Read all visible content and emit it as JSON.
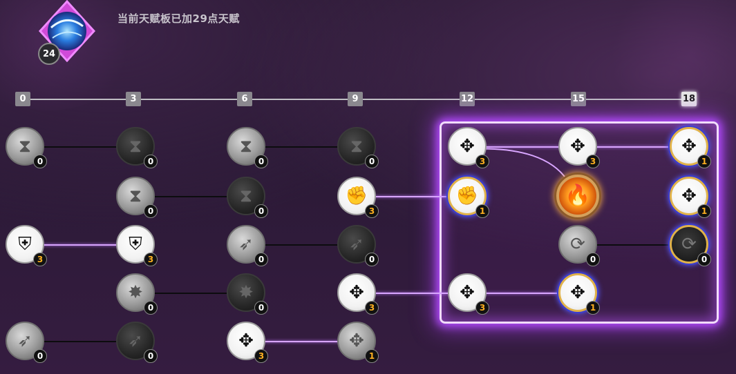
{
  "header": {
    "level": "24",
    "summary": "当前天赋板已加29点天赋"
  },
  "timeline": {
    "ticks": [
      "0",
      "3",
      "6",
      "9",
      "12",
      "15",
      "18"
    ],
    "active_tick": "18"
  },
  "nodes": [
    {
      "id": "r1c1",
      "icon": "hourglass-icon",
      "state": "grey",
      "points": "0"
    },
    {
      "id": "r1c2",
      "icon": "hourglass-icon",
      "state": "dark",
      "points": "0"
    },
    {
      "id": "r1c3",
      "icon": "hourglass-icon",
      "state": "grey",
      "points": "0"
    },
    {
      "id": "r1c4",
      "icon": "hourglass-icon",
      "state": "dark",
      "points": "0"
    },
    {
      "id": "r1c5",
      "icon": "swirl-figure-icon",
      "state": "white",
      "points": "3"
    },
    {
      "id": "r1c6",
      "icon": "swirl-figure-icon",
      "state": "white",
      "points": "3"
    },
    {
      "id": "r1c7",
      "icon": "swirl-figure-icon",
      "state": "gold",
      "points": "1"
    },
    {
      "id": "r2c2",
      "icon": "hourglass-icon",
      "state": "grey",
      "points": "0"
    },
    {
      "id": "r2c3",
      "icon": "hourglass-icon",
      "state": "dark",
      "points": "0"
    },
    {
      "id": "r2c4",
      "icon": "fist-icon",
      "state": "white",
      "points": "3"
    },
    {
      "id": "r2c5",
      "icon": "fist-icon",
      "state": "gold",
      "points": "1"
    },
    {
      "id": "r2c6",
      "icon": "flame-core-icon",
      "state": "core",
      "points": ""
    },
    {
      "id": "r2c7",
      "icon": "swirl-figure-icon",
      "state": "gold",
      "points": "1"
    },
    {
      "id": "r3c1",
      "icon": "shield-icon",
      "state": "white",
      "points": "3"
    },
    {
      "id": "r3c2",
      "icon": "shield-icon",
      "state": "white",
      "points": "3"
    },
    {
      "id": "r3c3",
      "icon": "boot-icon",
      "state": "grey",
      "points": "0"
    },
    {
      "id": "r3c4",
      "icon": "boot-icon",
      "state": "dark",
      "points": "0"
    },
    {
      "id": "r3c6",
      "icon": "cycle-icon",
      "state": "grey",
      "points": "0"
    },
    {
      "id": "r3c7",
      "icon": "cycle-icon",
      "state": "golddark",
      "points": "0"
    },
    {
      "id": "r4c2",
      "icon": "burst-icon",
      "state": "grey",
      "points": "0"
    },
    {
      "id": "r4c3",
      "icon": "burst-icon",
      "state": "dark",
      "points": "0"
    },
    {
      "id": "r4c4",
      "icon": "swirl-figure-icon",
      "state": "white",
      "points": "3"
    },
    {
      "id": "r4c5",
      "icon": "swirl-figure-icon",
      "state": "white",
      "points": "3"
    },
    {
      "id": "r4c6",
      "icon": "swirl-figure-icon",
      "state": "gold",
      "points": "1"
    },
    {
      "id": "r5c1",
      "icon": "boot-icon",
      "state": "grey",
      "points": "0"
    },
    {
      "id": "r5c2",
      "icon": "boot-icon",
      "state": "dark",
      "points": "0"
    },
    {
      "id": "r5c3",
      "icon": "swirl-figure-icon",
      "state": "white",
      "points": "3"
    },
    {
      "id": "r5c4",
      "icon": "swirl-figure-icon",
      "state": "grey",
      "points": "1"
    }
  ],
  "colors": {
    "accent_glow": "#b44cff",
    "points_orange": "#ffb020",
    "gold_border": "#e0b24a"
  }
}
